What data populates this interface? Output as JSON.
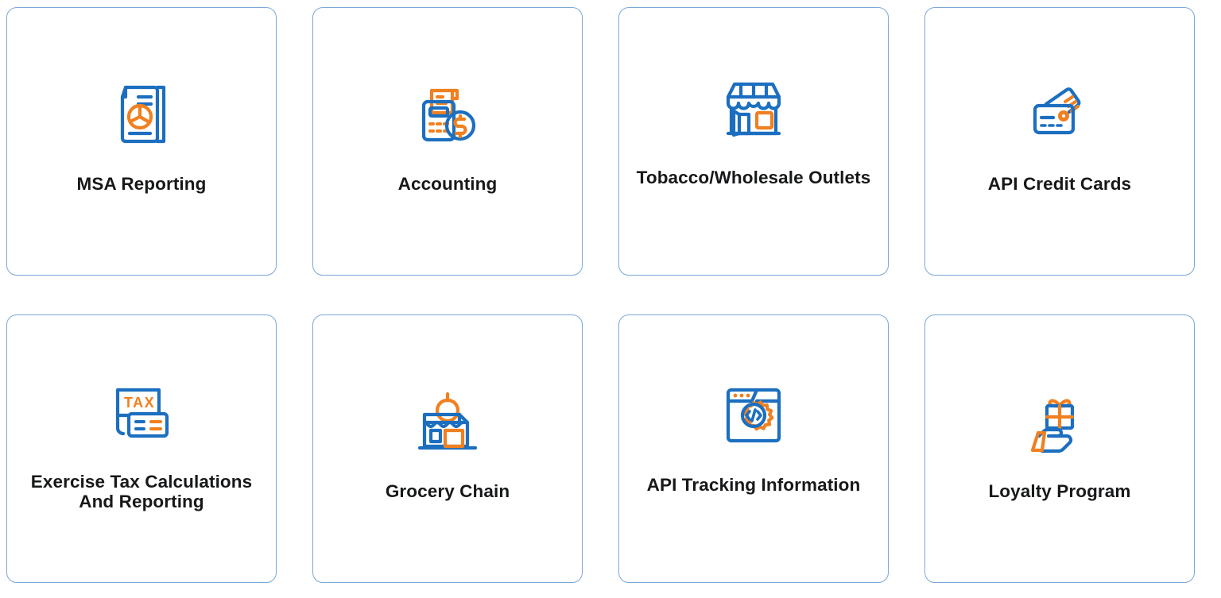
{
  "theme": {
    "blue": "#1c6fc0",
    "orange": "#f08020",
    "card_border": "#7aa8d8",
    "label_color": "#17181a",
    "background": "#ffffff"
  },
  "grid": {
    "columns": 4,
    "rows": 2
  },
  "cards": [
    {
      "id": "msa-reporting",
      "label": "MSA Reporting",
      "icon": "document-pie-chart-icon",
      "lines": 1
    },
    {
      "id": "accounting",
      "label": "Accounting",
      "icon": "calculator-receipt-dollar-icon",
      "lines": 1
    },
    {
      "id": "tobacco-wholesale",
      "label": "Tobacco/Wholesale Outlets",
      "icon": "storefront-icon",
      "lines": 2
    },
    {
      "id": "api-credit-cards",
      "label": "API Credit Cards",
      "icon": "credit-cards-icon",
      "lines": 1
    },
    {
      "id": "exercise-tax",
      "label": "Exercise Tax Calculations And Reporting",
      "icon": "tax-document-icon",
      "lines": 3
    },
    {
      "id": "grocery-chain",
      "label": "Grocery Chain",
      "icon": "grocery-store-apple-icon",
      "lines": 1
    },
    {
      "id": "api-tracking",
      "label": "API Tracking Information",
      "icon": "browser-gear-code-icon",
      "lines": 2
    },
    {
      "id": "loyalty-program",
      "label": "Loyalty Program",
      "icon": "hand-gift-icon",
      "lines": 2
    }
  ]
}
